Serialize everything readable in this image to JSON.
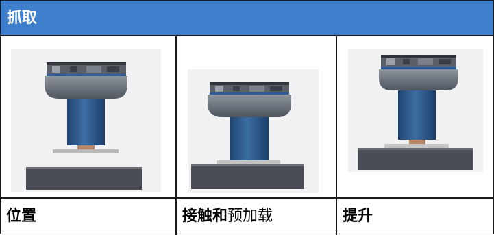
{
  "header": {
    "title": "抓取"
  },
  "columns": [
    {
      "label": "位置",
      "image": "gripper-hovering-above-block"
    },
    {
      "label_bold": "接触和",
      "label_rest": "预加载",
      "image": "gripper-contacting-block"
    },
    {
      "label": "提升",
      "image": "gripper-lifting-block"
    }
  ],
  "colors": {
    "header_bg": "#3f80ce",
    "cylinder": "#2e5a8c",
    "base_block": "#4a4c55",
    "plate": "#c9c9c7"
  }
}
